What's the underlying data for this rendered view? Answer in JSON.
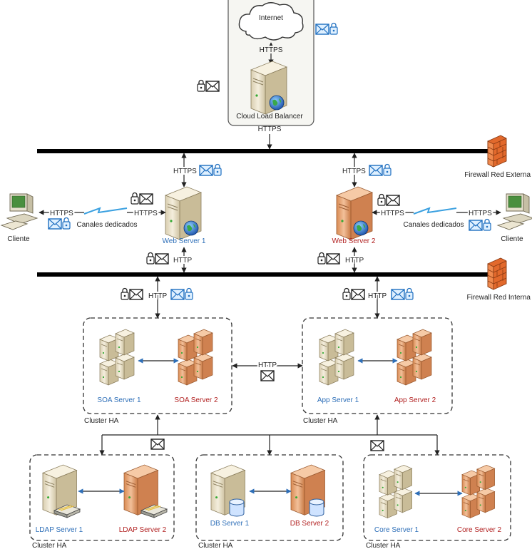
{
  "internet": {
    "label": "Internet"
  },
  "protocols": {
    "https": "HTTPS",
    "http": "HTTP"
  },
  "cloud_lb": {
    "label": "Cloud Load Balancer"
  },
  "firewalls": {
    "external": "Firewall Red Externa",
    "internal": "Firewall Red Interna"
  },
  "web_servers": {
    "ws1": "Web Server 1",
    "ws2": "Web Server 2"
  },
  "clients": {
    "left": "Cliente",
    "right": "Cliente",
    "channels": "Canales dedicados"
  },
  "clusters": {
    "label": "Cluster HA",
    "soa1": "SOA Server 1",
    "soa2": "SOA Server 2",
    "app1": "App Server 1",
    "app2": "App Server 2",
    "ldap1": "LDAP Server 1",
    "ldap2": "LDAP Server 2",
    "db1": "DB Server 1",
    "db2": "DB Server 2",
    "core1": "Core Server 1",
    "core2": "Core Server 2"
  },
  "colors": {
    "bus": "#000000",
    "beige_server": "#e9dfc6",
    "orange_server": "#e8a06a",
    "firewall": "#e0652a",
    "label_blue": "#2e6fb8",
    "label_red": "#b22222"
  },
  "icons": [
    "lock-icon",
    "envelope-icon",
    "globe-icon",
    "cloud-icon",
    "firewall-icon",
    "server-icon",
    "database-icon",
    "computer-icon",
    "lightning-icon"
  ]
}
